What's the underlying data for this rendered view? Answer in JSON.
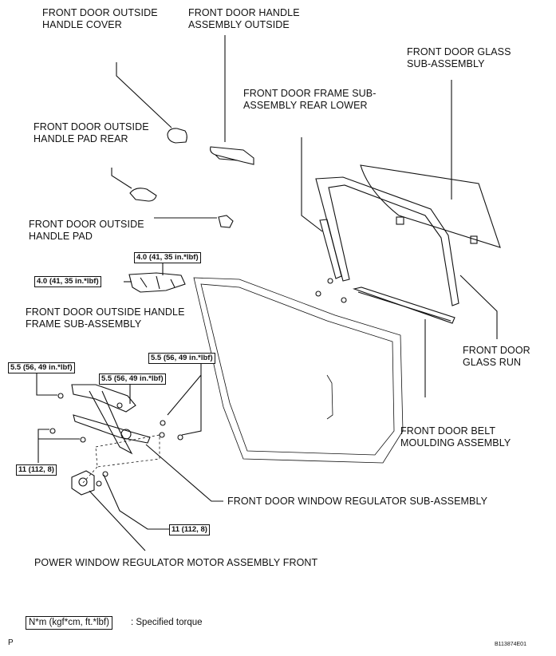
{
  "labels": {
    "handle_cover": [
      "FRONT DOOR OUTSIDE",
      "HANDLE COVER"
    ],
    "handle_assembly": [
      "FRONT DOOR HANDLE",
      "ASSEMBLY OUTSIDE"
    ],
    "glass": [
      "FRONT DOOR GLASS",
      "SUB-ASSEMBLY"
    ],
    "frame_rear_lower": [
      "FRONT DOOR FRAME SUB-",
      "ASSEMBLY REAR LOWER"
    ],
    "pad_rear": [
      "FRONT DOOR OUTSIDE",
      "HANDLE PAD REAR"
    ],
    "pad": [
      "FRONT DOOR OUTSIDE",
      "HANDLE PAD"
    ],
    "handle_frame": [
      "FRONT DOOR OUTSIDE HANDLE",
      "FRAME SUB-ASSEMBLY"
    ],
    "glass_run": [
      "FRONT DOOR",
      "GLASS RUN"
    ],
    "belt_moulding": [
      "FRONT DOOR BELT",
      "MOULDING ASSEMBLY"
    ],
    "regulator": "FRONT DOOR WINDOW REGULATOR SUB-ASSEMBLY",
    "motor": "POWER WINDOW REGULATOR MOTOR ASSEMBLY FRONT"
  },
  "torques": {
    "t1": "4.0 (41, 35 in.*lbf)",
    "t2": "4.0 (41, 35 in.*lbf)",
    "t3": "5.5 (56, 49 in.*lbf)",
    "t4": "5.5 (56, 49 in.*lbf)",
    "t5": "5.5 (56, 49 in.*lbf)",
    "t6": "11 (112, 8)",
    "t7": "11 (112, 8)"
  },
  "legend": {
    "box": "N*m (kgf*cm, ft.*lbf)",
    "text": ": Specified torque"
  },
  "footer": {
    "page_mark": "P",
    "figure_code": "B113874E01"
  }
}
